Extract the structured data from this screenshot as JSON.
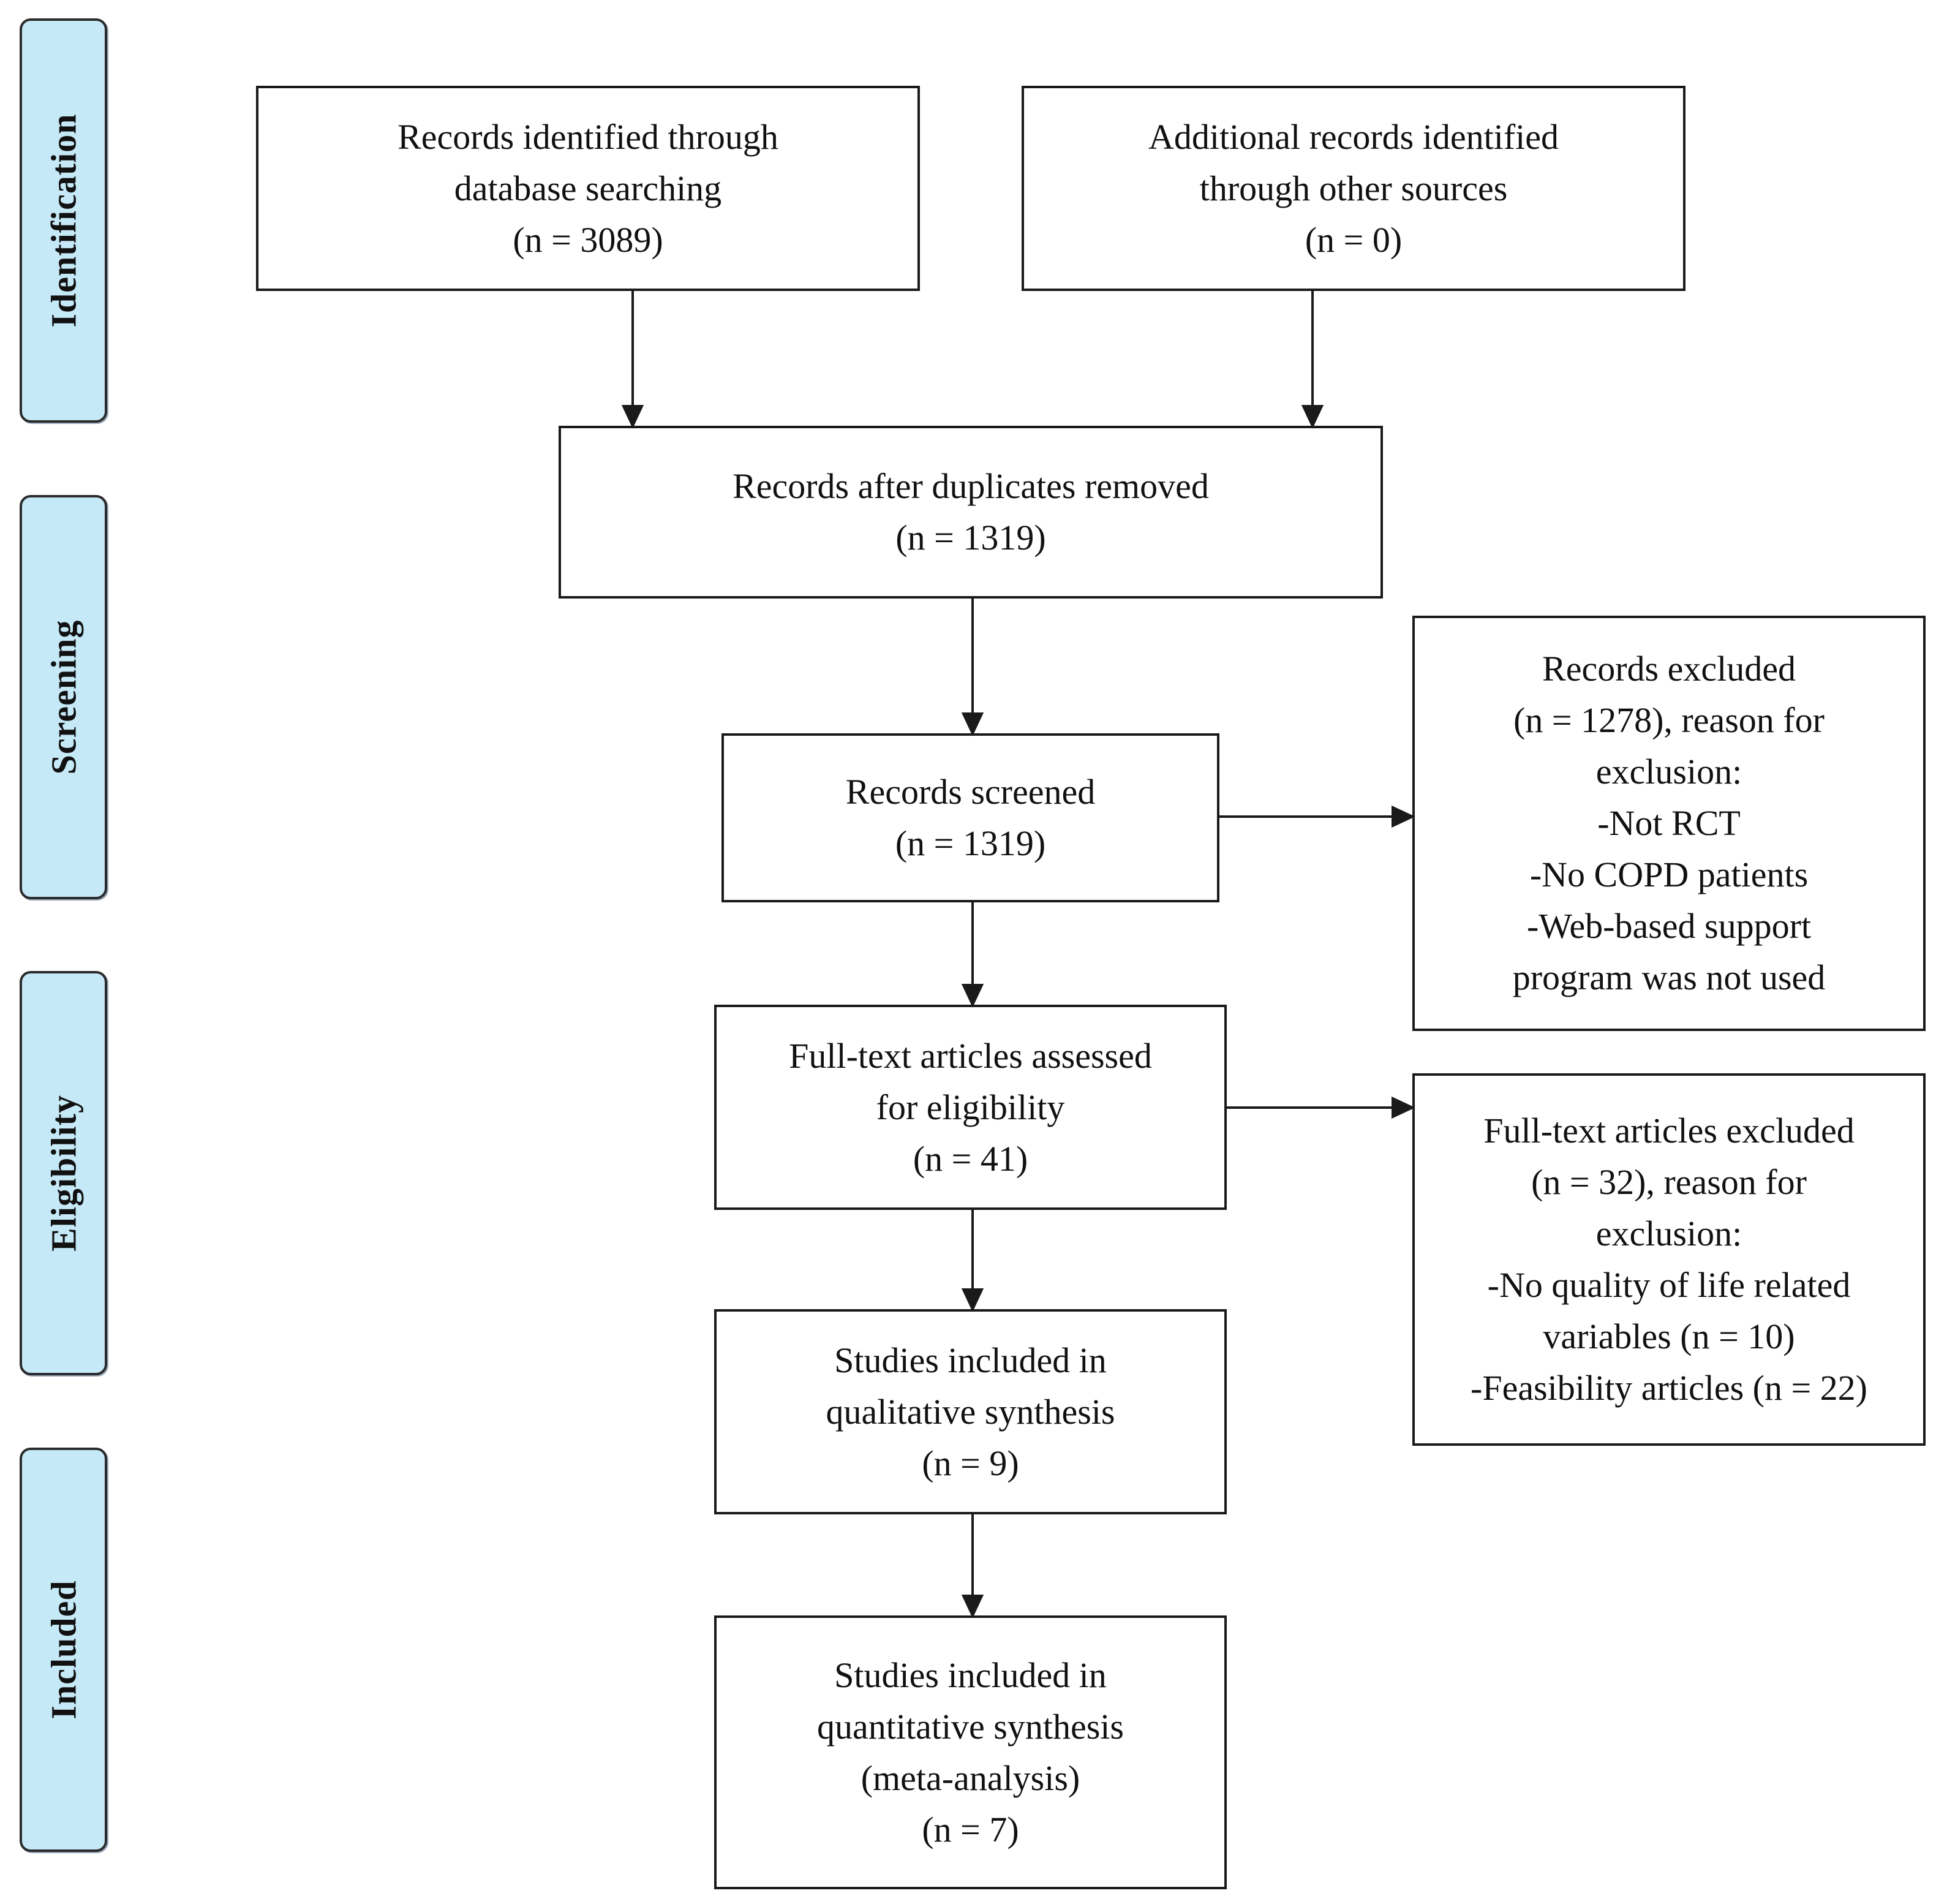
{
  "phases": [
    "Identification",
    "Screening",
    "Eligibility",
    "Included"
  ],
  "boxes": {
    "db_search": [
      "Records identified through",
      "database searching",
      "(n = 3089)"
    ],
    "other_sources": [
      "Additional records identified",
      "through other sources",
      "(n = 0)"
    ],
    "dedup": [
      "Records after duplicates removed",
      "(n = 1319)"
    ],
    "screened": [
      "Records screened",
      "(n = 1319)"
    ],
    "excluded": [
      "Records excluded",
      "(n = 1278), reason for",
      "exclusion:",
      "-Not RCT",
      "-No COPD patients",
      "-Web-based support",
      "program was not used"
    ],
    "fulltext": [
      "Full-text articles assessed",
      "for eligibility",
      "(n = 41)"
    ],
    "fulltext_excluded": [
      "Full-text articles excluded",
      "(n = 32), reason for",
      "exclusion:",
      "-No quality of life related",
      "variables (n = 10)",
      "-Feasibility articles (n = 22)"
    ],
    "qualitative": [
      "Studies included in",
      "qualitative synthesis",
      "(n = 9)"
    ],
    "quantitative": [
      "Studies included in",
      "quantitative synthesis",
      "(meta-analysis)",
      "(n = 7)"
    ]
  },
  "colors": {
    "phase_fill": "#c6e9f8",
    "stroke": "#1a1a1a"
  }
}
